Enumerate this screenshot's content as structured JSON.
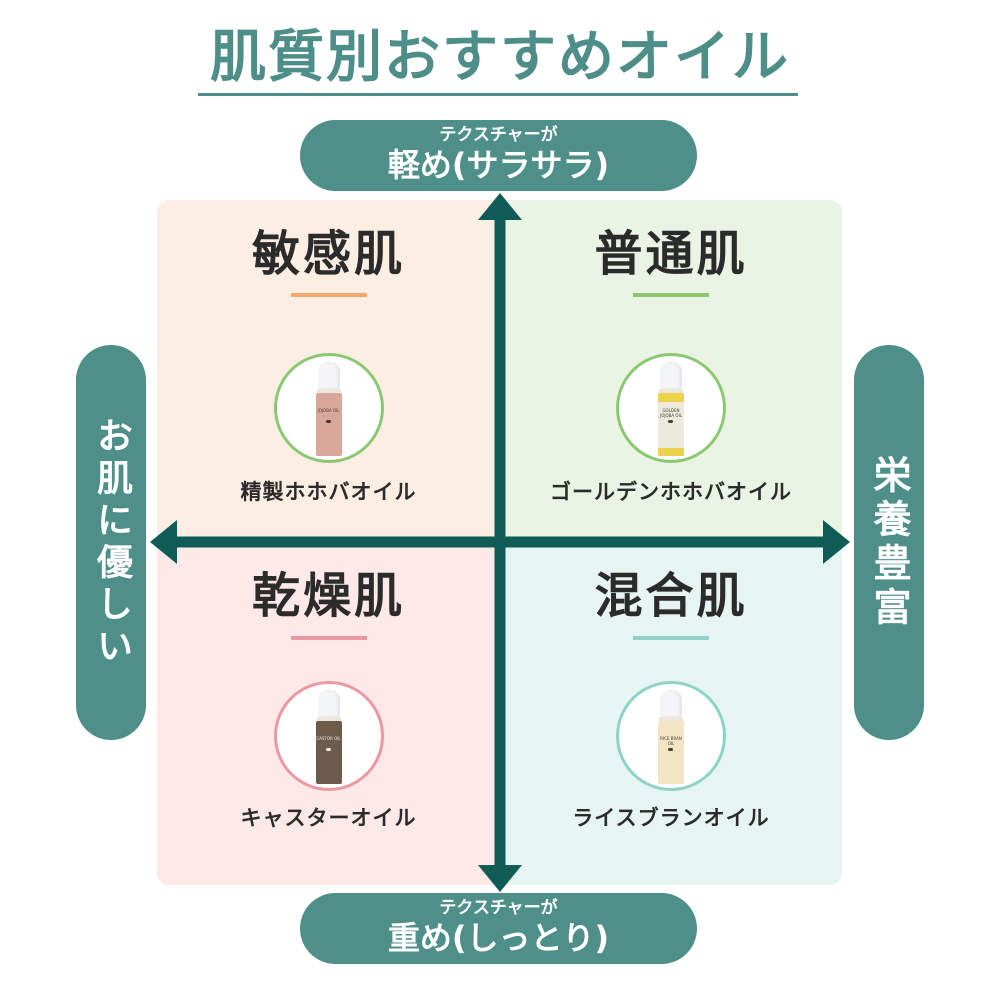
{
  "title": "肌質別おすすめオイル",
  "axes": {
    "top": {
      "line1": "テクスチャーが",
      "line2": "軽め(サラサラ)"
    },
    "bottom": {
      "line1": "テクスチャーが",
      "line2": "重め(しっとり)"
    },
    "left": "お肌に優しい",
    "right": "栄養豊富"
  },
  "quadrants": [
    {
      "position": "top-left",
      "skin_type": "敏感肌",
      "product": "精製ホホバオイル",
      "bottle_label": "JOJOBA OIL",
      "bg": "#fdeee4",
      "accent": "#f4a86c",
      "circle_border": "#8cc872",
      "bottle_color": "#d9a89b"
    },
    {
      "position": "top-right",
      "skin_type": "普通肌",
      "product": "ゴールデンホホバオイル",
      "bottle_label": "GOLDEN JOJOBA OIL",
      "bg": "#e9f4e5",
      "accent": "#8cc872",
      "circle_border": "#8cc872",
      "bottle_color": "#ecd246"
    },
    {
      "position": "bottom-left",
      "skin_type": "乾燥肌",
      "product": "キャスターオイル",
      "bottle_label": "CASTOR OIL",
      "bg": "#fde9e8",
      "accent": "#ec98a2",
      "circle_border": "#ec98a2",
      "bottle_color": "#6c5b4b"
    },
    {
      "position": "bottom-right",
      "skin_type": "混合肌",
      "product": "ライスブランオイル",
      "bottle_label": "RICE BRAN OIL",
      "bg": "#e7f5f2",
      "accent": "#8fd3c7",
      "circle_border": "#8fd3c7",
      "bottle_color": "#f2e5c3"
    }
  ],
  "colors": {
    "title": "#4d8e88",
    "pill": "#4e8f89",
    "axis_arrow": "#0f5c56",
    "heading_text": "#2b2b2b"
  }
}
